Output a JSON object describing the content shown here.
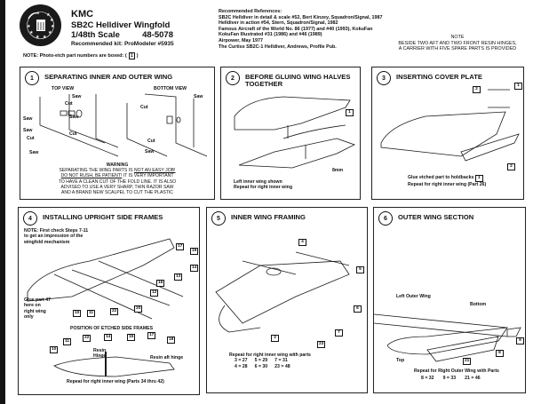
{
  "header": {
    "brand": "KMC",
    "model": "SB2C Helldiver  Wingfold",
    "scale": "1/48th Scale",
    "part_number": "48-5078",
    "recommended_kit": "Recommended kit: ProModeler #5935"
  },
  "references": {
    "heading": "Recommended References:",
    "items": [
      "SB2C Helldiver in detail & scale #52, Bert Kinzey, Squadron/Signal, 1987",
      "Helldiver in action #54, Stern, Squadron/Signal, 1982",
      "Famous Aircraft of the World No. 86 (1977) and #40 (1993), KokuFan",
      "KokuFan Illustrated #31 (1986) and #46 (1989)",
      "Airpower, May 1977",
      "The Curtiss SB2C-1 Helldiver, Andrews, Profile Pub."
    ]
  },
  "side_note": {
    "title": "NOTE",
    "lines": [
      "BESIDE TWO AFT AND TWO FRONT RESIN HINGES,",
      "A CARRIER WITH FIVE SPARE PARTS IS PROVIDED"
    ]
  },
  "photo_etch_note": {
    "text": "NOTE: Photo-etch part numbers are boxed: (",
    "example": "1",
    "suffix": ")"
  },
  "steps": [
    {
      "number": "1",
      "title": "SEPARATING INNER AND OUTER WING",
      "views": [
        "TOP VIEW",
        "BOTTOM VIEW"
      ],
      "labels": {
        "saw": "Saw",
        "cut": "Cut"
      },
      "warning": {
        "title": "WARNING",
        "line1_pre": "SEPARATING THE WING PARTS IS ",
        "line1_u": "NOT AN EASY JOB!",
        "line2_u": "DO NOT RUSH, BE PATIENT!",
        "line2_post": " IT IS VERY IMPORTANT",
        "line3": "TO HAVE A CLEAN CUT OF THE FOLD LINE. IT IS ALSO",
        "line4": "ADVISED TO USE A VERY SHARP, THIN RAZOR SAW",
        "line5": "AND A BRAND NEW SCALPEL TO CUT THE PLASTIC"
      }
    },
    {
      "number": "2",
      "title": "BEFORE GLUING WING HALVES TOGETHER",
      "part": "1",
      "dimension": "8mm",
      "caption": [
        "Left inner wing shown",
        "Repeat for right inner wing"
      ]
    },
    {
      "number": "3",
      "title": "INSERTING COVER PLATE",
      "parts": [
        "2",
        "1",
        "2"
      ],
      "caption_pre": "Glue etched part to holdbacks",
      "caption_part": "1",
      "caption2": "Repeat for right inner wing (Part 26)"
    },
    {
      "number": "4",
      "title": "INSTALLING UPRIGHT SIDE FRAMES",
      "note": [
        "NOTE: First check Steps 7-11",
        "to get an impression of the",
        "wingfold mechanism"
      ],
      "glue_note": [
        "Glue part 47",
        "here on",
        "right wing",
        "only"
      ],
      "parts": [
        "17",
        "19",
        "14",
        "13",
        "16",
        "12",
        "20",
        "22",
        "11",
        "10"
      ],
      "subtitle": "POSITION OF ETCHED SIDE FRAMES",
      "position_parts": [
        "11",
        "22",
        "14",
        "15",
        "17",
        "18",
        "10"
      ],
      "resin_hinge": "Resin Hinge",
      "resin_aft_hinge": "Resin aft hinge",
      "caption": "Repeat for right inner wing (Parts 34 thru 42)"
    },
    {
      "number": "5",
      "title": "INNER WING FRAMING",
      "parts": [
        "4",
        "5",
        "6",
        "7",
        "3",
        "23"
      ],
      "caption": "Repeat for right inner wing with parts",
      "equivalents": [
        "3 = 27",
        "5 = 29",
        "7 = 31",
        "4 = 28",
        "6 = 30",
        "23 = 48"
      ]
    },
    {
      "number": "6",
      "title": "OUTER WING SECTION",
      "labels": {
        "left_outer": "Left Outer Wing",
        "bottom": "Bottom",
        "top": "Top"
      },
      "parts": [
        "9",
        "8",
        "21"
      ],
      "caption": "Repeat for Right Outer Wing with Parts",
      "equivalents": [
        "8 = 32",
        "9 = 33",
        "21 = 46"
      ]
    }
  ]
}
